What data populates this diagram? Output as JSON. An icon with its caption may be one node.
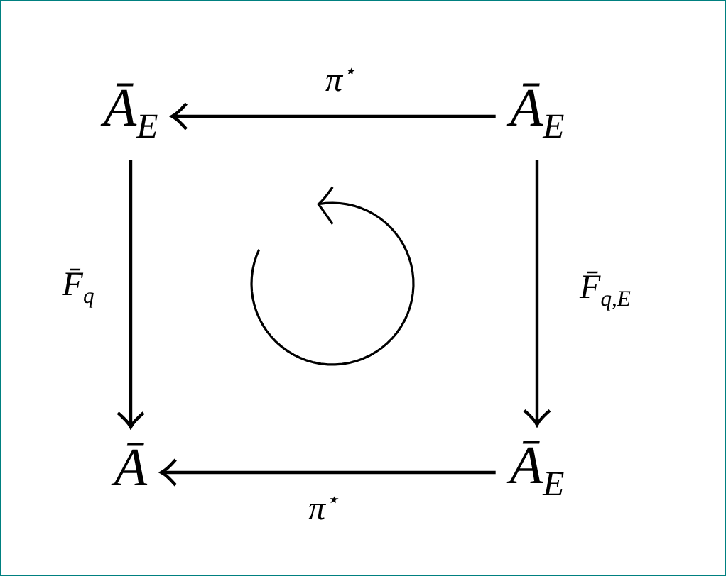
{
  "diagram": {
    "nodes": [
      {
        "text": [
          "Ā$_{E}$"
        ]
      },
      {
        "text": [
          "Ā$_{E}$"
        ]
      },
      {
        "text": [
          "Ā"
        ]
      },
      {
        "text": [
          "Ā$_{E}$"
        ]
      }
    ],
    "edges": [
      {
        "from": 1,
        "to": 0,
        "arrow": "to",
        "label": "π$^{⋆}$"
      },
      {
        "from": 0,
        "to": 2,
        "arrow": "to",
        "label": "F̄$_{q}$"
      },
      {
        "from": 1,
        "to": 3,
        "arrow": "to",
        "label": "F̄$_{q,E}$"
      },
      {
        "from": 3,
        "to": 2,
        "arrow": "to",
        "label": "π$^{⋆}$"
      }
    ]
  }
}
